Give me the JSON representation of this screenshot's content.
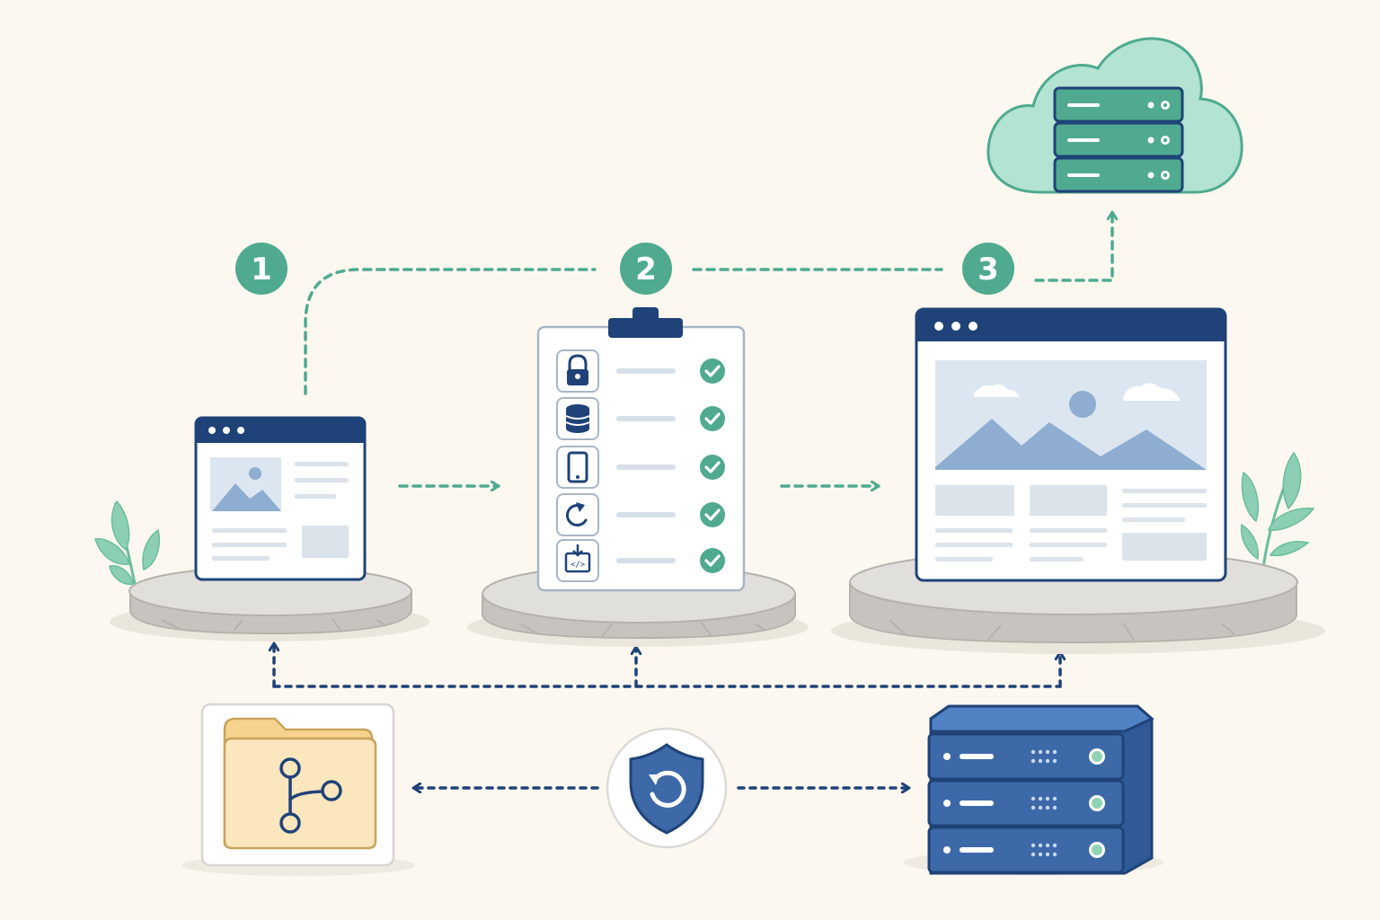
{
  "steps": [
    {
      "number": "1"
    },
    {
      "number": "2"
    },
    {
      "number": "3"
    }
  ],
  "checklist": {
    "items": [
      {
        "icon": "lock-icon",
        "status": "checked"
      },
      {
        "icon": "database-icon",
        "status": "checked"
      },
      {
        "icon": "mobile-device-icon",
        "status": "checked"
      },
      {
        "icon": "refresh-icon",
        "status": "checked"
      },
      {
        "icon": "code-deploy-icon",
        "status": "checked"
      }
    ]
  },
  "icons": {
    "repository": "git-branch-folder-icon",
    "backup": "shield-restore-icon",
    "server": "server-rack-icon",
    "cloud": "cloud-server-icon"
  },
  "colors": {
    "background": "#fcf8f0",
    "navy": "#1f4378",
    "teal": "#4faa8f",
    "cloud": "#b3e3d2",
    "server_blue": "#3d69a9",
    "folder": "#fbe6bd",
    "stone": "#d9d7d3"
  }
}
